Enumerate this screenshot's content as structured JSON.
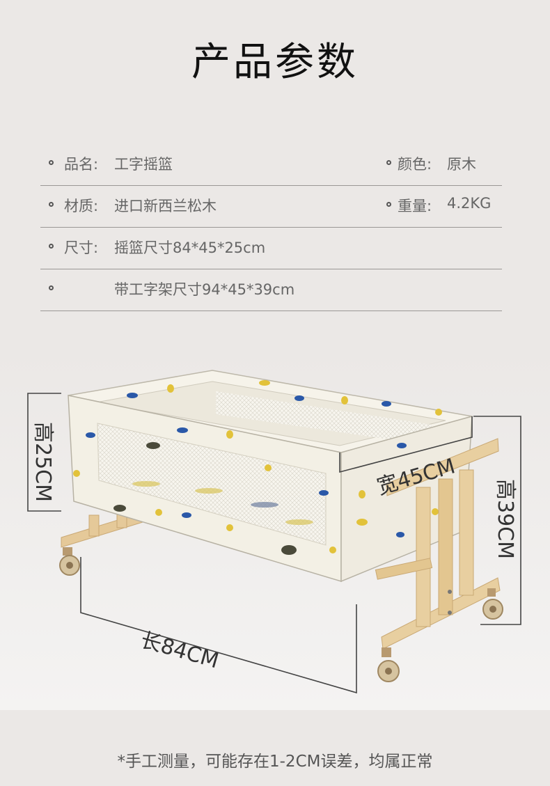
{
  "title": "产品参数",
  "specs": {
    "name_label": "品名:",
    "name_value": "工字摇篮",
    "color_label": "颜色:",
    "color_value": "原木",
    "material_label": "材质:",
    "material_value": "进口新西兰松木",
    "weight_label": "重量:",
    "weight_value": "4.2KG",
    "size_label": "尺寸:",
    "size_value_1": "摇篮尺寸84*45*25cm",
    "size_value_2": "带工字架尺寸94*45*39cm"
  },
  "dimensions": {
    "height_basket": "高25CM",
    "width": "宽45CM",
    "height_total": "高39CM",
    "length": "长84CM"
  },
  "footer_note": "*手工测量，可能存在1-2CM误差，均属正常",
  "colors": {
    "background": "#ebe8e6",
    "wood": "#e8cfa0",
    "fabric": "#f3f0e6",
    "fish_blue": "#2a58a8",
    "fish_yellow": "#e2c23a"
  },
  "icons": [
    "cradle-illustration",
    "fish-pattern",
    "caster-wheel"
  ]
}
